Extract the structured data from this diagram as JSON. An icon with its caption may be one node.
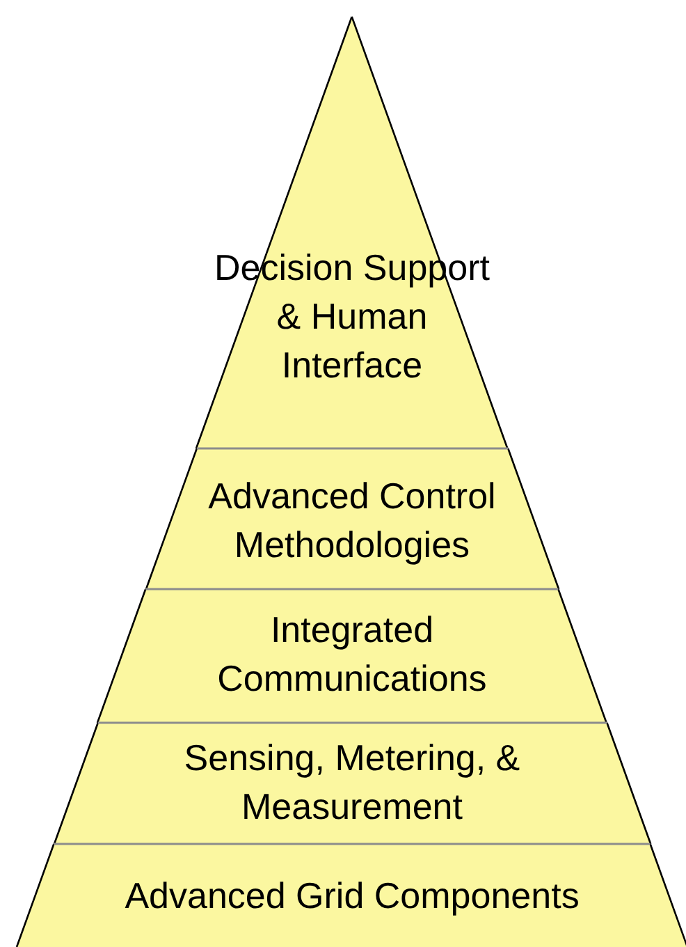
{
  "diagram": {
    "nodes": [
      {
        "text": [
          "Decision Support & Human Interface"
        ]
      },
      {
        "text": [
          "Advanced Control Methodologies"
        ]
      },
      {
        "text": [
          "Integrated Communications"
        ]
      },
      {
        "text": [
          "Sensing, Metering, & Measurement"
        ]
      },
      {
        "text": [
          "Advanced Grid Components"
        ]
      }
    ]
  }
}
